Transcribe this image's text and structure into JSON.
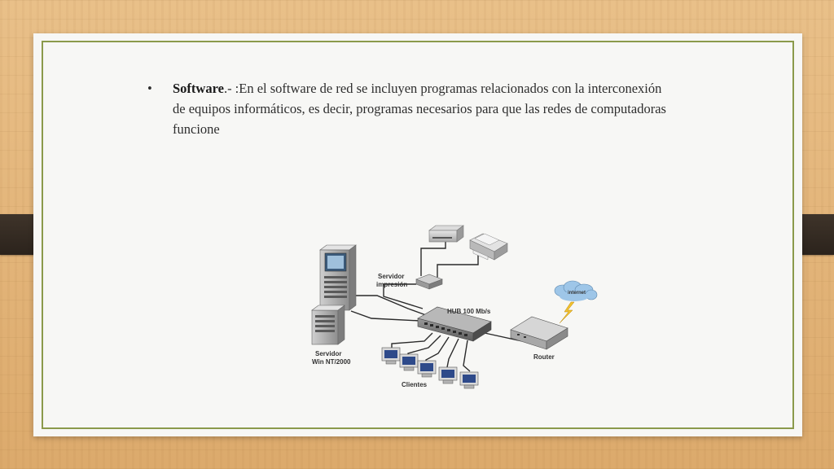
{
  "slide": {
    "bullet_symbol": "•",
    "bold_term": "Software",
    "body_text": ".- :En el software de red se incluyen programas relacionados con la interconexión de equipos informáticos, es decir, programas necesarios para que las redes de computadoras funcione"
  },
  "diagram": {
    "labels": {
      "print_server": [
        "Servidor",
        "impresión"
      ],
      "hub": "HUB 100 Mb/s",
      "internet": "internet",
      "router": "Router",
      "server": [
        "Servidor",
        "Win NT/2000"
      ],
      "clients": "Clientes"
    },
    "icons": [
      "printer-icon",
      "laser-printer-icon",
      "print-server-icon",
      "server-tower-icon",
      "hub-icon",
      "router-icon",
      "cloud-icon",
      "lightning-icon",
      "client-computer-icon"
    ]
  }
}
